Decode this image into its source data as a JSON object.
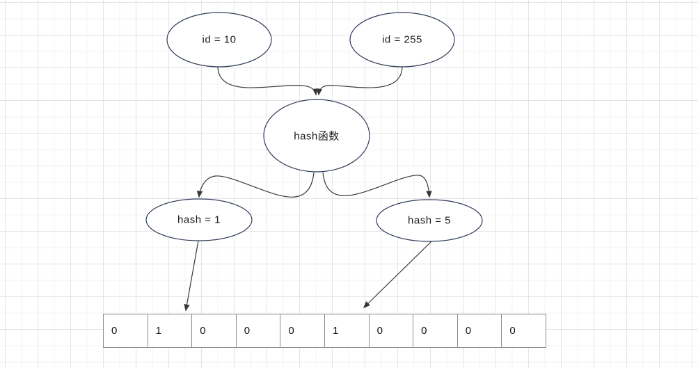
{
  "canvas": {
    "background": "#ffffff",
    "grid_minor_color": "#f3f3f3",
    "grid_major_color": "#e4e4e4"
  },
  "nodes": {
    "id10": {
      "label": "id = 10"
    },
    "id255": {
      "label": "id = 255"
    },
    "hashfn": {
      "label": "hash函数"
    },
    "hash1": {
      "label": "hash = 1"
    },
    "hash5": {
      "label": "hash = 5"
    }
  },
  "edges": [
    {
      "from": "id10",
      "to": "hashfn"
    },
    {
      "from": "id255",
      "to": "hashfn"
    },
    {
      "from": "hashfn",
      "to": "hash1"
    },
    {
      "from": "hashfn",
      "to": "hash5"
    },
    {
      "from": "hash1",
      "to": "bitmap-cell-1"
    },
    {
      "from": "hash5",
      "to": "bitmap-cell-5"
    }
  ],
  "bitmap": {
    "cells": [
      "0",
      "1",
      "0",
      "0",
      "0",
      "1",
      "0",
      "0",
      "0",
      "0"
    ]
  },
  "colors": {
    "node_stroke": "#2e3a59",
    "node_fill": "#ffffff",
    "edge_stroke": "#383838",
    "cell_border": "#8c8c8c",
    "text": "#1a1a1a"
  }
}
